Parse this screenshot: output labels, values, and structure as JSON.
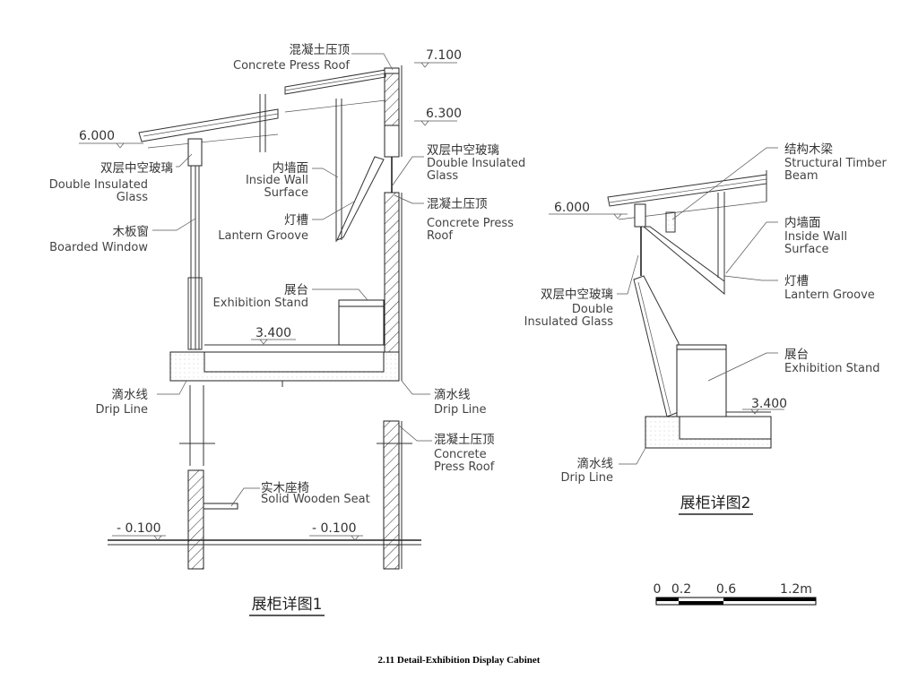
{
  "detail1": {
    "title": "展柜详图1",
    "labels": [
      {
        "cn": "混凝土压顶",
        "en": [
          "Concrete Press Roof"
        ]
      },
      {
        "cn": "双层中空玻璃",
        "en": [
          "Double Insulated",
          "Glass"
        ]
      },
      {
        "cn": "木板窗",
        "en": [
          "Boarded Window"
        ]
      },
      {
        "cn": "内墙面",
        "en": [
          "Inside Wall",
          "Surface"
        ]
      },
      {
        "cn": "灯槽",
        "en": [
          "Lantern Groove"
        ]
      },
      {
        "cn": "双层中空玻璃",
        "en": [
          "Double Insulated",
          "Glass"
        ]
      },
      {
        "cn": "混凝土压顶",
        "en": [
          "Concrete Press",
          "Roof"
        ]
      },
      {
        "cn": "展台",
        "en": [
          "Exhibition Stand"
        ]
      },
      {
        "cn": "滴水线",
        "en": [
          "Drip Line"
        ]
      },
      {
        "cn": "滴水线",
        "en": [
          "Drip Line"
        ]
      },
      {
        "cn": "混凝土压顶",
        "en": [
          "Concrete",
          "Press Roof"
        ]
      },
      {
        "cn": "实木座椅",
        "en": [
          "Solid Wooden Seat"
        ]
      }
    ],
    "levels": [
      "7.100",
      "6.300",
      "6.000",
      "3.400",
      "- 0.100",
      "- 0.100"
    ]
  },
  "detail2": {
    "title": "展柜详图2",
    "labels": [
      {
        "cn": "结构木梁",
        "en": [
          "Structural Timber",
          "Beam"
        ]
      },
      {
        "cn": "内墙面",
        "en": [
          "Inside Wall",
          "Surface"
        ]
      },
      {
        "cn": "灯槽",
        "en": [
          "Lantern Groove"
        ]
      },
      {
        "cn": "双层中空玻璃",
        "en": [
          "Double",
          "Insulated Glass"
        ]
      },
      {
        "cn": "展台",
        "en": [
          "Exhibition Stand"
        ]
      },
      {
        "cn": "滴水线",
        "en": [
          "Drip Line"
        ]
      }
    ],
    "levels": [
      "6.000",
      "3.400"
    ]
  },
  "scale_bar": {
    "ticks": [
      "0",
      "0.2",
      "0.6",
      "1.2m"
    ]
  },
  "caption": "2.11 Detail-Exhibition Display Cabinet"
}
